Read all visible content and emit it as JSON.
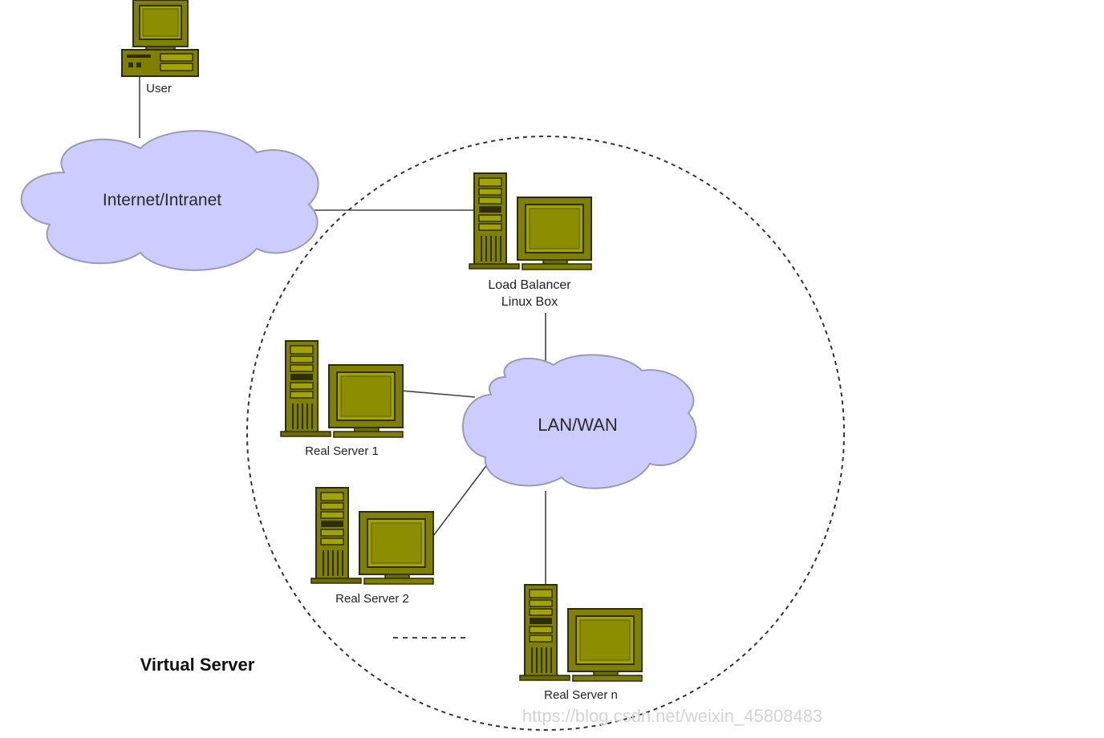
{
  "diagram": {
    "nodes": {
      "user": {
        "label": "User",
        "icon": "desktop-computer-icon"
      },
      "internet": {
        "label": "Internet/Intranet",
        "icon": "cloud-icon"
      },
      "load_balancer": {
        "label_line1": "Load Balancer",
        "label_line2": "Linux Box",
        "icon": "server-computer-icon"
      },
      "lan": {
        "label": "LAN/WAN",
        "icon": "cloud-icon"
      },
      "real_server_1": {
        "label": "Real Server 1",
        "icon": "server-computer-icon"
      },
      "real_server_2": {
        "label": "Real Server 2",
        "icon": "server-computer-icon"
      },
      "real_server_n": {
        "label": "Real Server n",
        "icon": "server-computer-icon"
      }
    },
    "group": {
      "label": "Virtual Server"
    },
    "watermark": "https://blog.csdn.net/weixin_45808483"
  },
  "colors": {
    "cloud_fill": "#ccccff",
    "cloud_stroke": "#9a9ab4",
    "device_fill": "#808000",
    "device_dark": "#2e2e00",
    "device_light": "#b3b300",
    "line": "#444444"
  }
}
